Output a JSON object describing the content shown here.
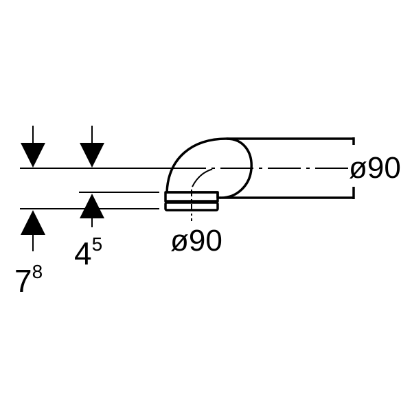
{
  "dimensions": {
    "height_a": {
      "main": "7",
      "sup": "8"
    },
    "height_b": {
      "main": "4",
      "sup": "5"
    },
    "outlet_diameter": "ø90",
    "pipe_diameter": "ø90"
  },
  "colors": {
    "line": "#000000",
    "background": "#ffffff"
  }
}
